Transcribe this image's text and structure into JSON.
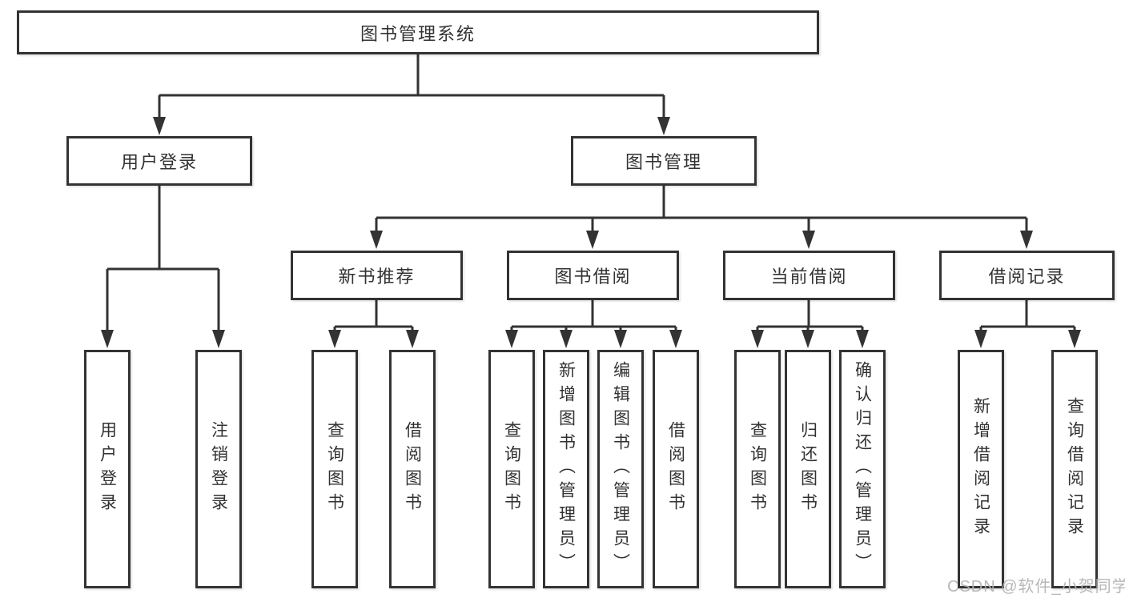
{
  "nodes": {
    "root": "图书管理系统",
    "user_login": "用户登录",
    "book_mgmt": "图书管理",
    "new_book_rec": "新书推荐",
    "book_borrow": "图书借阅",
    "current_borrow": "当前借阅",
    "borrow_records": "借阅记录",
    "leaf_user_login": "用户登录",
    "leaf_logout": "注销登录",
    "leaf_nb_query_books": "查询图书",
    "leaf_nb_borrow_books": "借阅图书",
    "leaf_bb_query_books": "查询图书",
    "leaf_bb_add_books": "新增图书（管理员）",
    "leaf_bb_edit_books": "编辑图书（管理员）",
    "leaf_bb_borrow_books": "借阅图书",
    "leaf_cb_query_books": "查询图书",
    "leaf_cb_return_books": "归还图书",
    "leaf_cb_confirm_return": "确认归还（管理员）",
    "leaf_br_add_record": "新增借阅记录",
    "leaf_br_query_record": "查询借阅记录"
  },
  "watermark": "CSDN @软件_小贺同学",
  "colors": {
    "line": "#333333",
    "box_background": "#ffffff",
    "text": "#323232",
    "watermark": "#b2b2b2"
  }
}
